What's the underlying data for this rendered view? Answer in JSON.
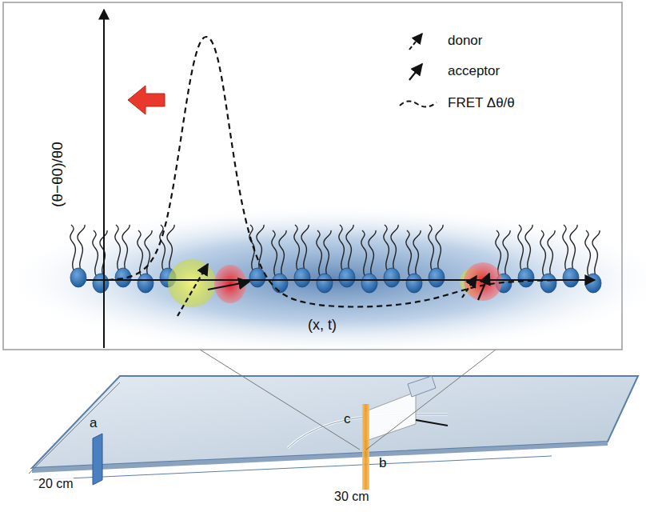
{
  "diagram": {
    "labels": [
      "(θ−θ0)/θ0",
      "(x, t)",
      "a",
      "b",
      "c",
      "20 cm",
      "30 cm"
    ],
    "legend": [
      {
        "text": "donor"
      },
      {
        "text": "acceptor"
      },
      {
        "text": "FRET Δθ/θ"
      }
    ]
  }
}
